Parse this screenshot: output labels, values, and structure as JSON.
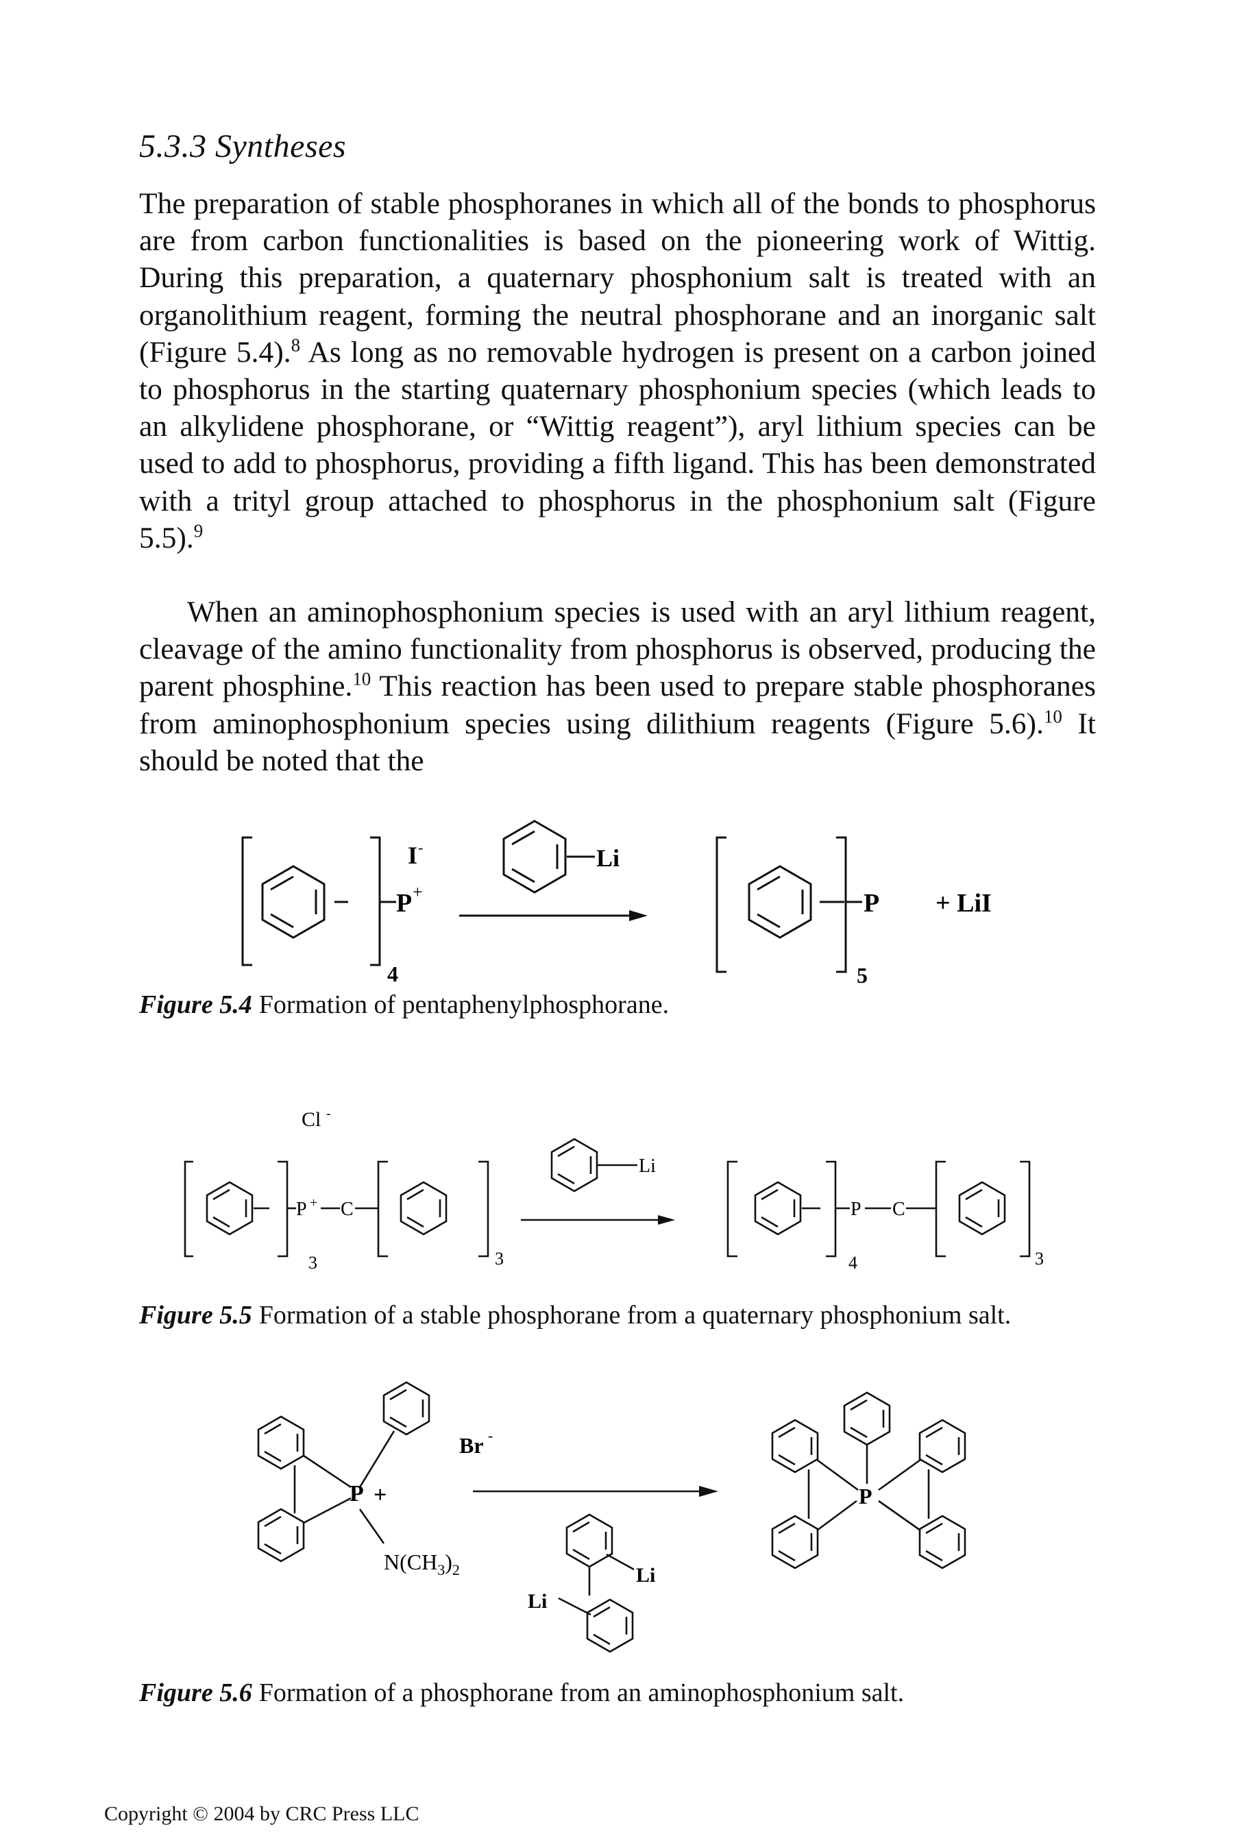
{
  "heading": "5.3.3   Syntheses",
  "paragraphs": [
    {
      "segments": [
        {
          "text": "The preparation of stable phosphoranes in which all of the bonds to phosphorus are from carbon functionalities is based on the pioneering work of Wittig. During this preparation, a quaternary phosphonium salt is treated with an organolithium reagent, forming the neutral phosphorane and an inorganic salt (Figure 5.4)."
        },
        {
          "ref": "8"
        },
        {
          "text": " As long as no removable hydrogen is present on a carbon joined to phosphorus in the starting quaternary phosphonium species (which leads to an alkylidene phosphorane, or “Wittig reagent”), aryl lithium species can be used to add to phosphorus, providing a fifth ligand. This has been demonstrated with a trityl group attached to phosphorus in the phosphonium salt (Figure 5.5)."
        },
        {
          "ref": "9"
        }
      ]
    },
    {
      "segments": [
        {
          "text": "When an aminophosphonium species is used with an aryl lithium reagent, cleavage of the amino functionality from phosphorus is observed, producing the parent phosphine."
        },
        {
          "ref": "10"
        },
        {
          "text": " This reaction has been used to prepare stable phosphoranes from aminophosphonium species using dilithium reagents (Figure 5.6)."
        },
        {
          "ref": "10"
        },
        {
          "text": " It should be noted that the"
        }
      ]
    }
  ],
  "figures": [
    {
      "label": "Figure 5.4",
      "caption": "Formation of pentaphenylphosphorane.",
      "texts": {
        "anion": "I",
        "anion_charge": "-",
        "reagent_li": "Li",
        "p_plus": "P",
        "plus_sign": "+",
        "sub_left": "4",
        "p_product": "P",
        "byproduct": "+ LiI",
        "sub_right": "5"
      }
    },
    {
      "label": "Figure 5.5",
      "caption": "Formation of a stable phosphorane from a quaternary phosphonium salt.",
      "texts": {
        "anion": "Cl",
        "anion_charge": "-",
        "p_plus": "P",
        "plus_sign": "+",
        "c_left": "C",
        "sub_a": "3",
        "sub_b": "3",
        "reagent_li": "Li",
        "p_product": "P",
        "c_right": "C",
        "sub_c": "4",
        "sub_d": "3"
      }
    },
    {
      "label": "Figure 5.6",
      "caption": "Formation of a phosphorane from an aminophosphonium salt.",
      "texts": {
        "anion": "Br",
        "anion_charge": "-",
        "p_plus": "P",
        "plus_sign": "+",
        "amine": "N(CH",
        "amine_sub1": "3",
        "amine_close": ")",
        "amine_sub2": "2",
        "li_top": "Li",
        "li_bottom": "Li",
        "p_product": "P"
      }
    }
  ],
  "copyright": "Copyright © 2004 by CRC Press LLC"
}
